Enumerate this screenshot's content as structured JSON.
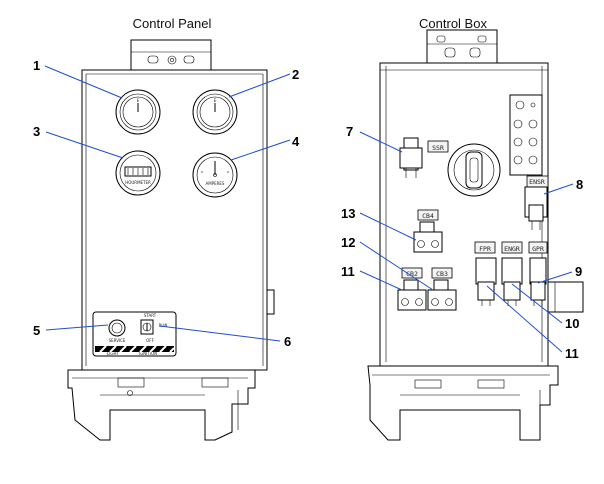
{
  "titles": {
    "left": "Control Panel",
    "right": "Control Box"
  },
  "panel_labels": {
    "gauge1_mark": "E",
    "gauge2_mark": "E",
    "hourmeter_text": "HOURMETER",
    "ammeter_text": "AMPERES",
    "service": "SERVICE",
    "light": "LIGHT",
    "start": "START",
    "run": "RUN",
    "off": "OFF",
    "ignition": "IGNITION"
  },
  "box_labels": {
    "ssr": "SSR",
    "ensr": "ENSR",
    "cb4": "CB4",
    "cb3": "CB3",
    "cb2": "CB2",
    "fpr": "FPR",
    "engr": "ENGR",
    "gpr": "GPR"
  },
  "callouts": {
    "n1": "1",
    "n2": "2",
    "n3": "3",
    "n4": "4",
    "n5": "5",
    "n6": "6",
    "n7": "7",
    "n8": "8",
    "n9": "9",
    "n10": "10",
    "n11a": "11",
    "n11b": "11",
    "n12": "12",
    "n13": "13"
  },
  "colors": {
    "leader": "#1f4fd0",
    "line": "#000000"
  }
}
